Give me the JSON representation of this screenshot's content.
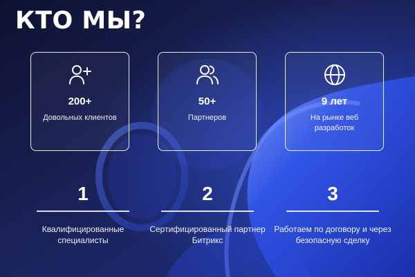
{
  "title": "КТО МЫ?",
  "colors": {
    "background": "#121a44",
    "accent_blue": "#2f5cf0",
    "text": "#ffffff"
  },
  "cards": [
    {
      "icon": "add-user-icon",
      "value": "200+",
      "label": "Довольных клиентов"
    },
    {
      "icon": "users-icon",
      "value": "50+",
      "label": "Партнеров"
    },
    {
      "icon": "globe-icon",
      "value": "9 лет",
      "label": "На рынке веб разработок"
    }
  ],
  "features": [
    {
      "number": "1",
      "text": "Квалифицированные специалисты"
    },
    {
      "number": "2",
      "text": "Сертифицированный партнер Битрикс"
    },
    {
      "number": "3",
      "text": "Работаем по договору и через безопасную сделку"
    }
  ]
}
